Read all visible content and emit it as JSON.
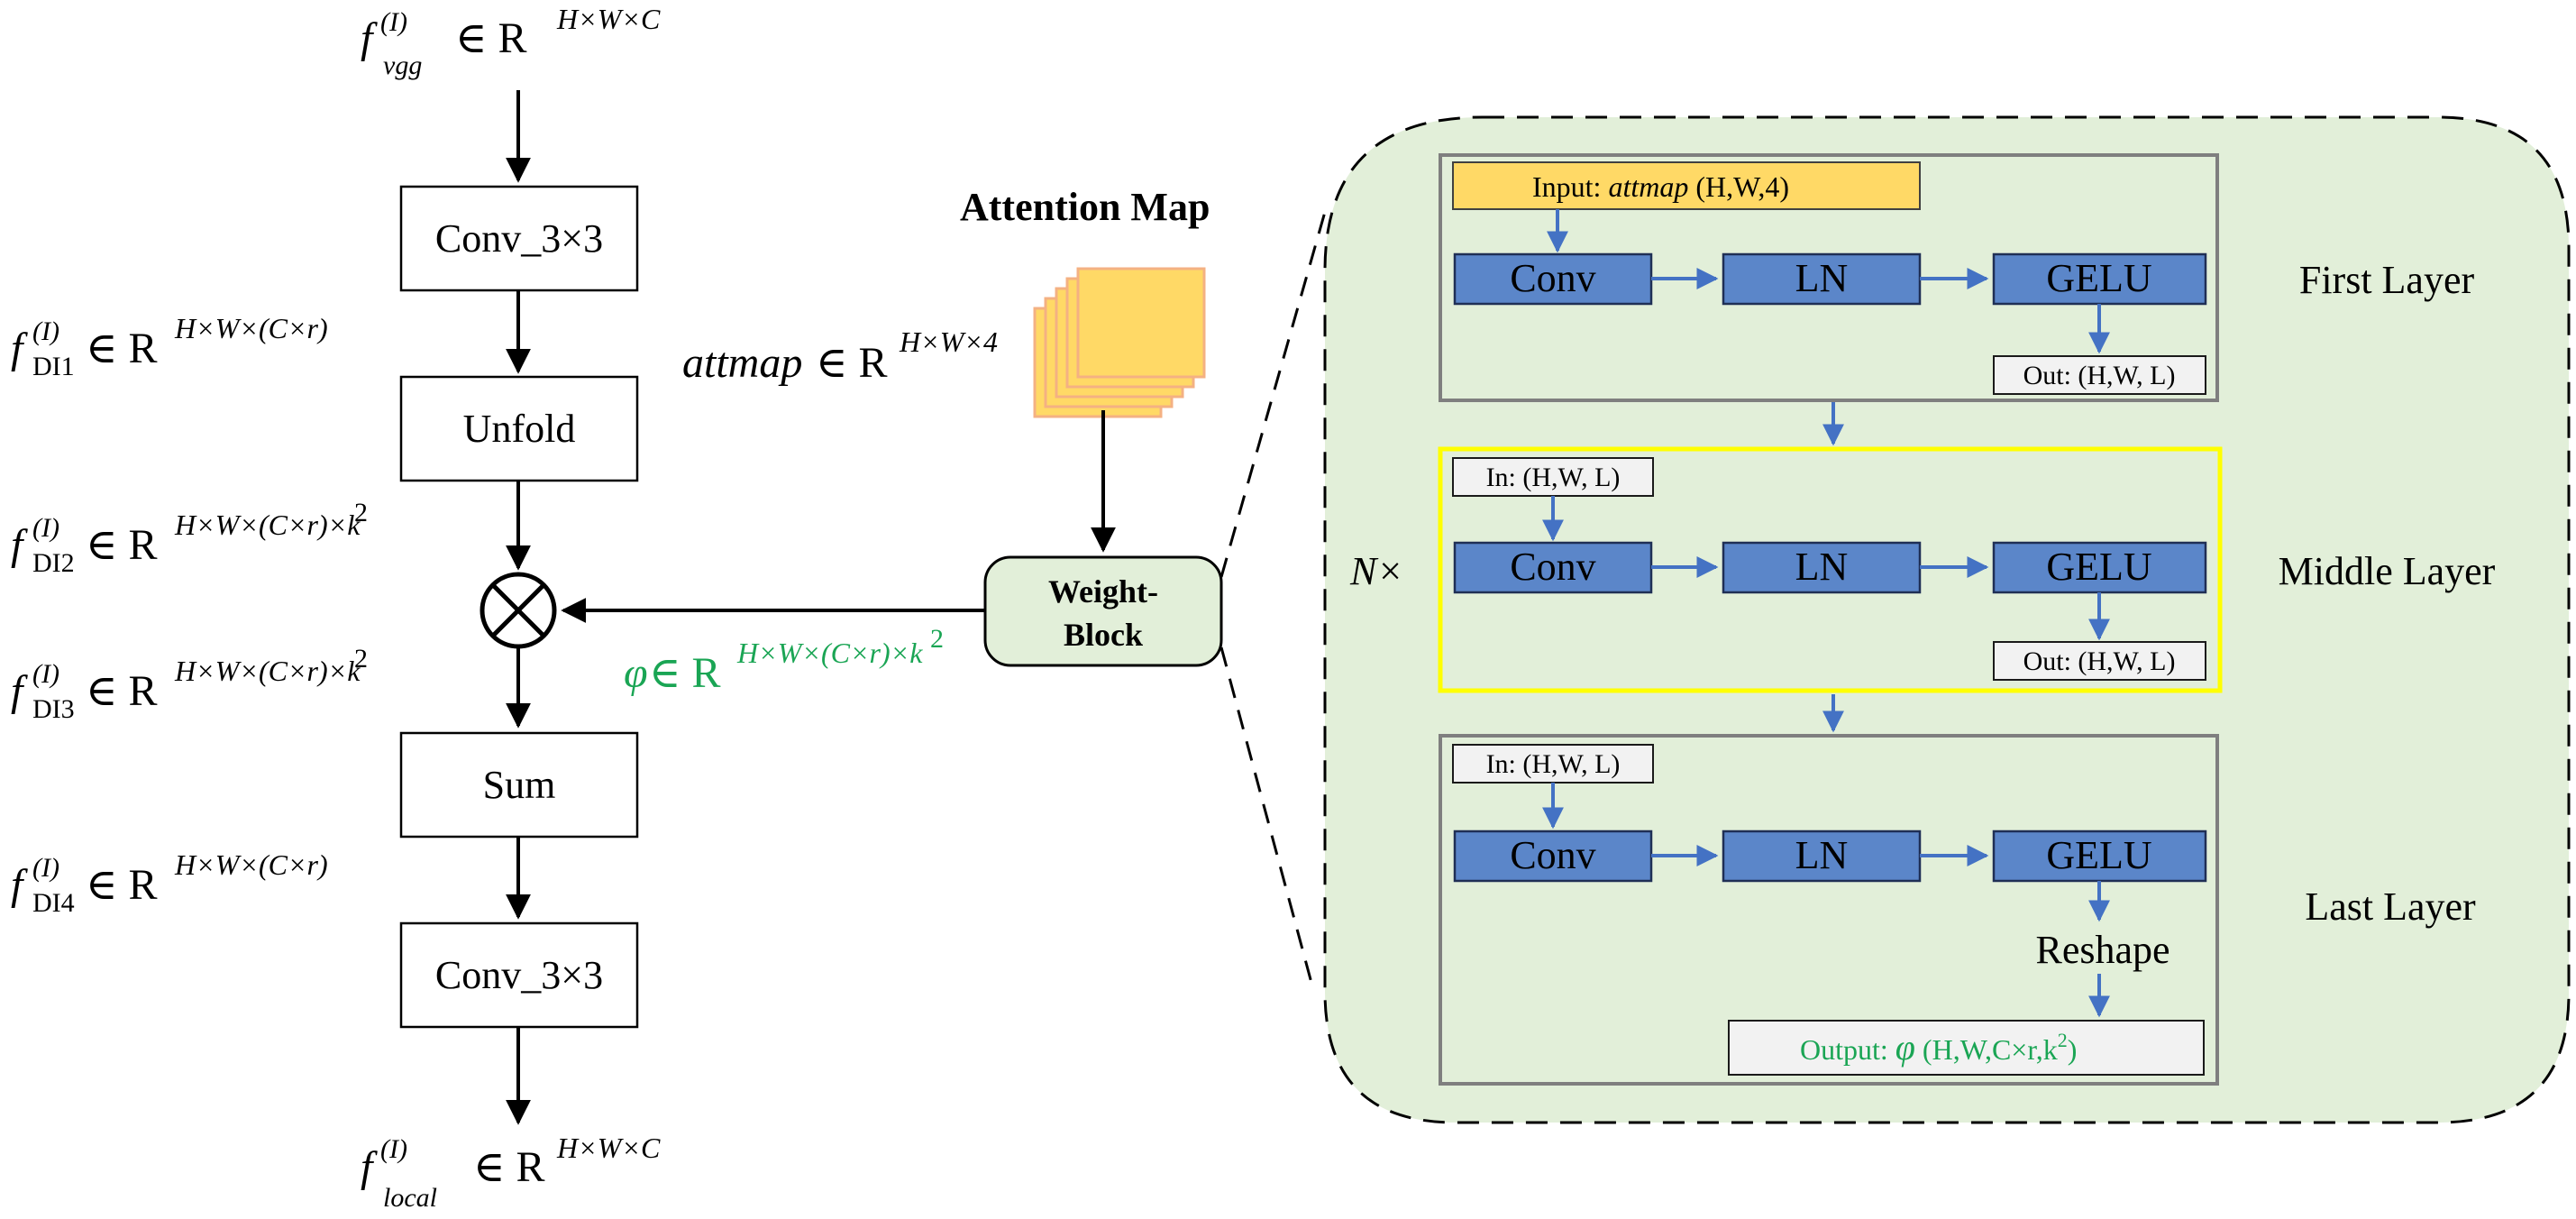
{
  "left_column": {
    "input_feature": {
      "base": "f",
      "sup": "(I)",
      "sub": "vgg",
      "space": "∈ R",
      "dims": "H×W×C"
    },
    "conv1_label": "Conv_3×3",
    "unfold_label": "Unfold",
    "sum_label": "Sum",
    "conv2_label": "Conv_3×3",
    "output_feature": {
      "base": "f",
      "sup": "(I)",
      "sub": "local",
      "space": "∈ R",
      "dims": "H×W×C"
    },
    "multiply_symbol": "⊗",
    "di1": {
      "base": "f",
      "sup": "(I)",
      "sub": "DI1",
      "space": "∈ R",
      "dims": "H×W×(C×r)"
    },
    "di2": {
      "base": "f",
      "sup": "(I)",
      "sub": "DI2",
      "space": "∈ R",
      "dims": "H×W×(C×r)×k",
      "exp": "2"
    },
    "di3": {
      "base": "f",
      "sup": "(I)",
      "sub": "DI3",
      "space": "∈ R",
      "dims": "H×W×(C×r)×k",
      "exp": "2"
    },
    "di4": {
      "base": "f",
      "sup": "(I)",
      "sub": "DI4",
      "space": "∈ R",
      "dims": "H×W×(C×r)"
    }
  },
  "attention": {
    "title": "Attention Map",
    "attmap_label": "attmap",
    "attmap_space": "∈ R",
    "attmap_dims": "H×W×4",
    "weight_block_line1": "Weight-",
    "weight_block_line2": "Block",
    "phi_symbol": "φ",
    "phi_space": "∈ R",
    "phi_dims": "H×W×(C×r)×k",
    "phi_exp": "2"
  },
  "detail": {
    "repeat_label": "N×",
    "first_layer": {
      "name": "First Layer",
      "input_prefix": "Input: ",
      "input_var": "attmap",
      "input_dims": " (H,W,4)",
      "conv": "Conv",
      "ln": "LN",
      "gelu": "GELU",
      "out": "Out: (H,W, L)"
    },
    "middle_layer": {
      "name": "Middle Layer",
      "in": "In: (H,W, L)",
      "conv": "Conv",
      "ln": "LN",
      "gelu": "GELU",
      "out": "Out: (H,W, L)"
    },
    "last_layer": {
      "name": "Last Layer",
      "in": "In: (H,W, L)",
      "conv": "Conv",
      "ln": "LN",
      "gelu": "GELU",
      "reshape": "Reshape",
      "output_prefix": "Output: ",
      "output_phi": "φ",
      "output_dims": " (H,W,C×r,k",
      "output_exp": "2",
      "output_close": ")"
    }
  },
  "colors": {
    "panel_fill": "#e2efd9",
    "block_blue": "#5b86c9",
    "arrow_blue": "#4472c4",
    "input_yellow": "#ffd966",
    "middle_highlight": "#ffff00",
    "green_text": "#1aa554",
    "weight_block_fill": "#e2efd9"
  }
}
